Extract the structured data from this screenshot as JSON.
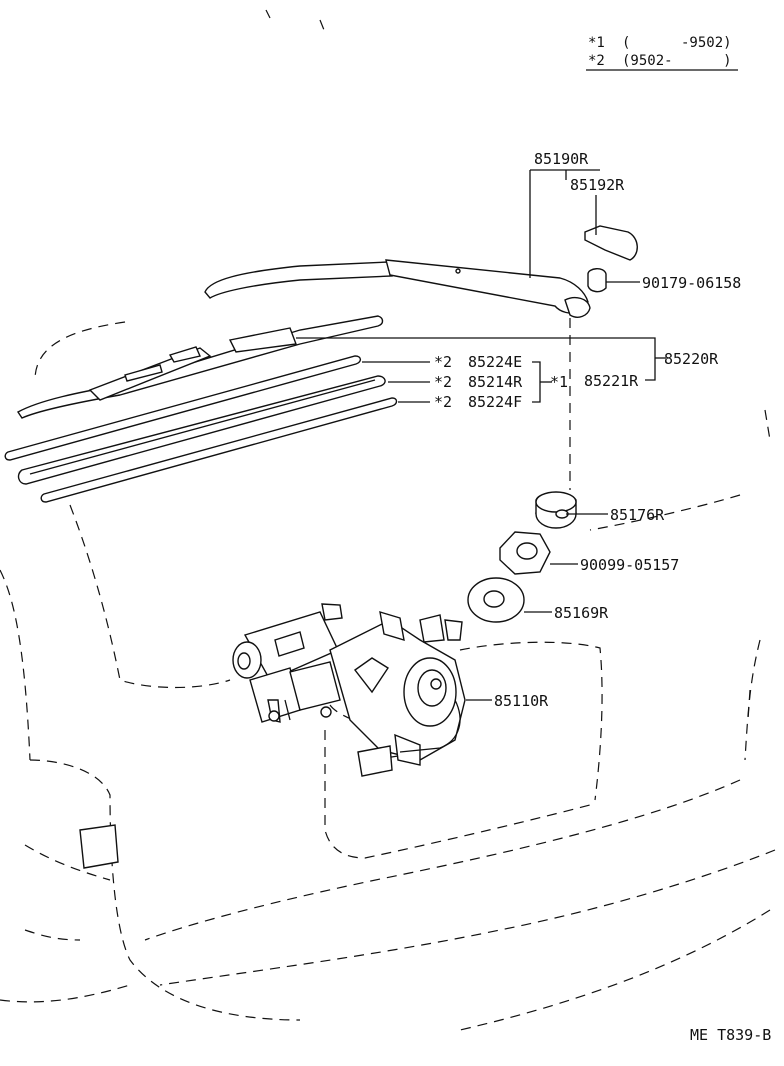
{
  "legend": {
    "note1_mark": "*1",
    "note1_range": "(      -9502)",
    "note2_mark": "*2",
    "note2_range": "(9502-      )"
  },
  "parts": {
    "arm_assy": "85190R",
    "cap": "85192R",
    "nut_arm": "90179-06158",
    "blade_assy": "85220R",
    "blade_alt": "85221R",
    "rubber_e": "85224E",
    "rubber_r": "85214R",
    "rubber_f": "85224F",
    "cushion": "85176R",
    "nut_motor": "90099-05157",
    "grommet": "85169R",
    "motor": "85110R"
  },
  "marks": {
    "m2a": "*2",
    "m2b": "*2",
    "m2c": "*2",
    "m1": "*1"
  },
  "footer": {
    "code": "ME T839-B"
  }
}
